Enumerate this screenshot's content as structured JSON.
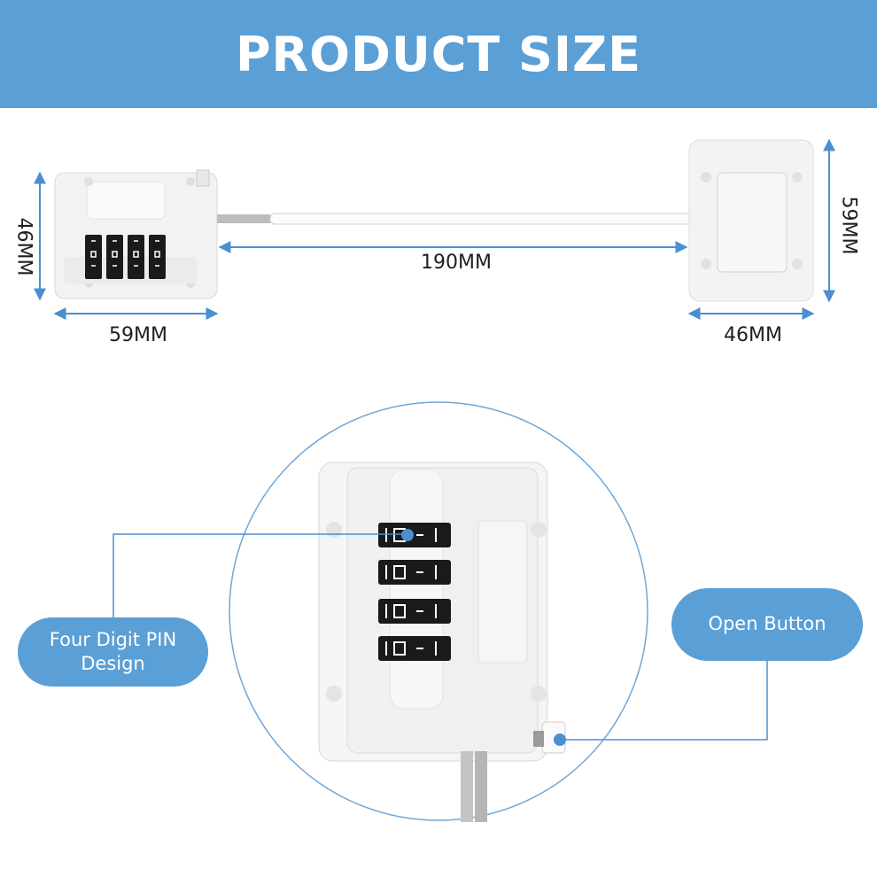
{
  "banner": {
    "title": "PRODUCT SIZE",
    "color": "#5a9fd6"
  },
  "dimensions": {
    "lock_height": "46MM",
    "lock_width": "59MM",
    "cable_length": "190MM",
    "plate_height": "59MM",
    "plate_width": "46MM"
  },
  "callouts": {
    "pin": "Four Digit PIN Design",
    "button": "Open Button"
  }
}
